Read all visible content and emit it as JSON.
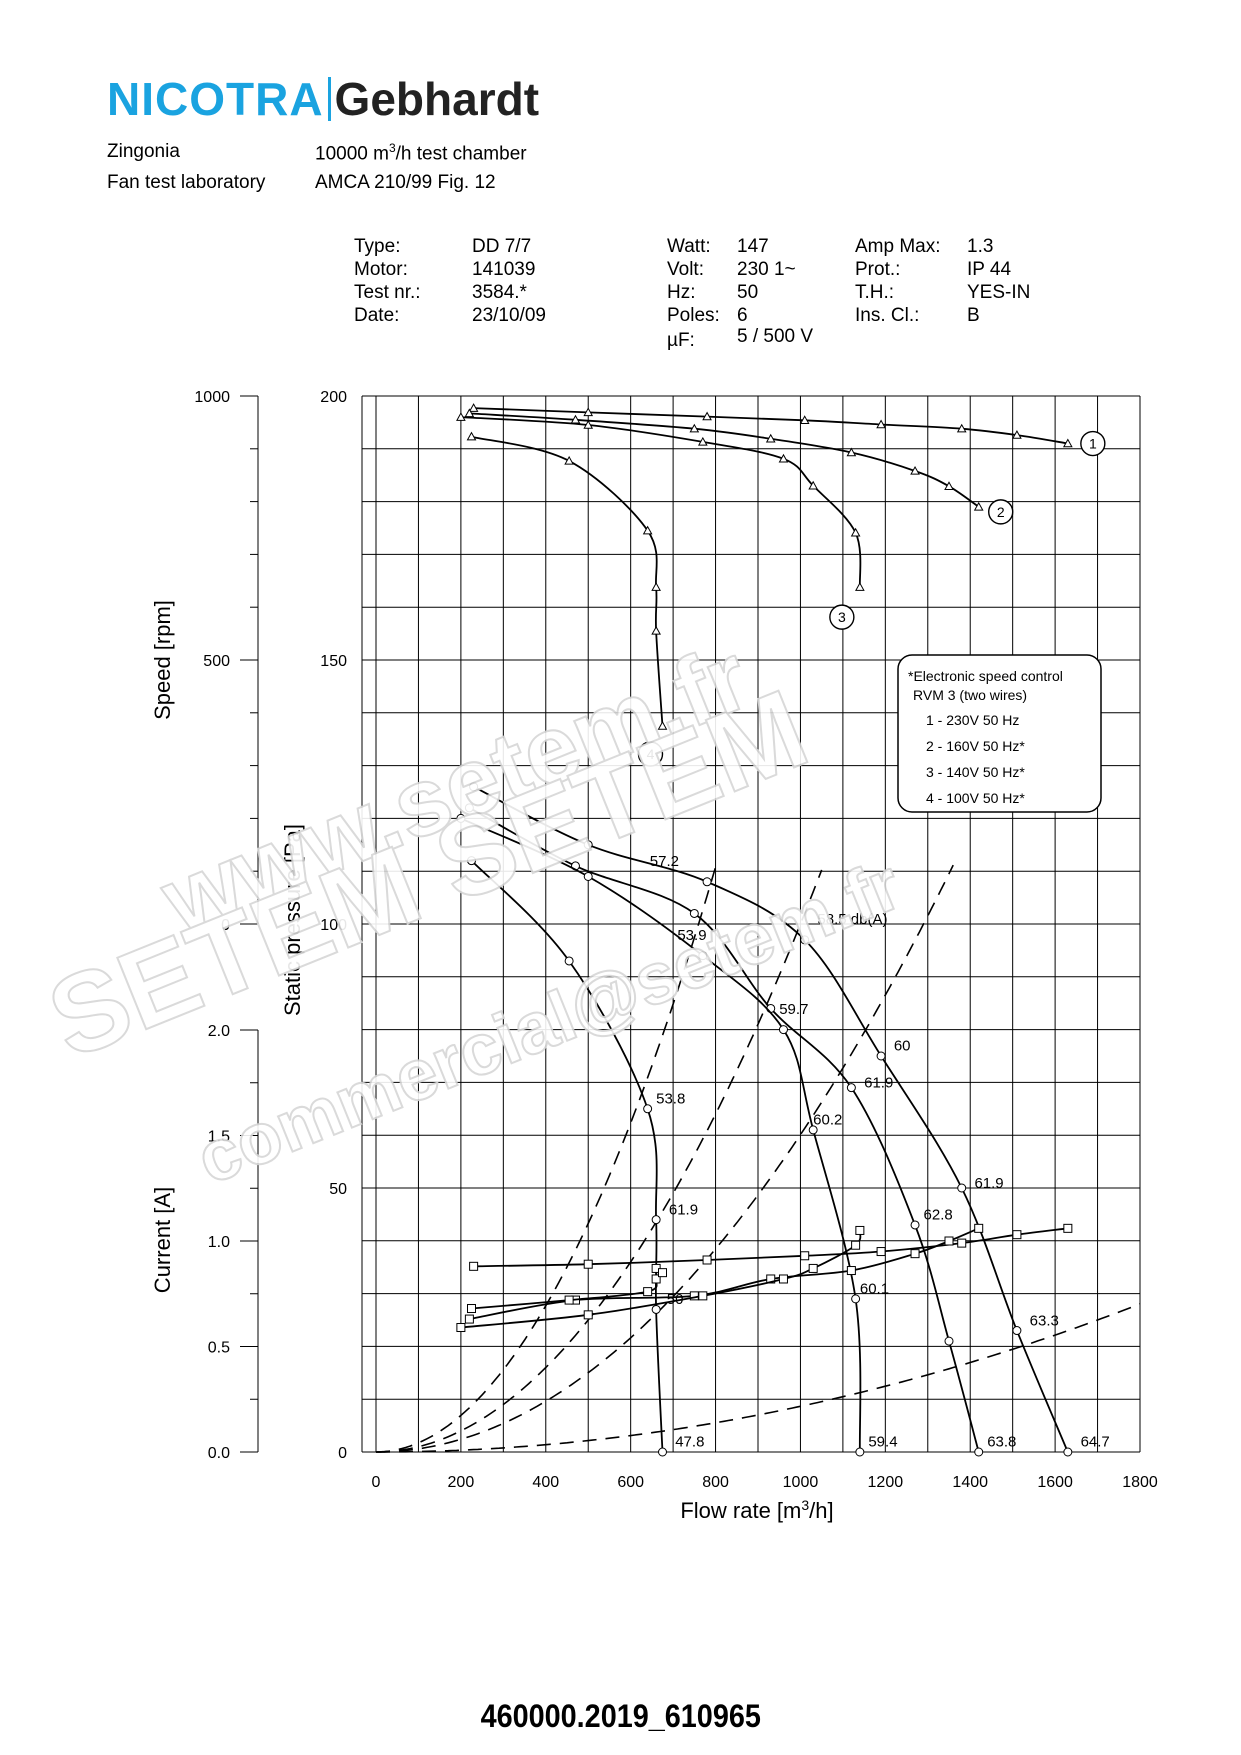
{
  "header": {
    "brand_left": "NICOTRA",
    "brand_right": "Gebhardt",
    "location": "Zingonia",
    "lab": "Fan test laboratory",
    "chamber_pre": "10000 m",
    "chamber_sup": "3",
    "chamber_post": "/h test chamber",
    "standard": "AMCA 210/99 Fig. 12"
  },
  "specs": [
    {
      "label": "Type:",
      "value": "DD 7/7"
    },
    {
      "label": "Motor:",
      "value": "141039"
    },
    {
      "label": "Test nr.:",
      "value": "3584.*"
    },
    {
      "label": "Date:",
      "value": "23/10/09"
    },
    {
      "label": "Watt:",
      "value": "147"
    },
    {
      "label": "Volt:",
      "value": "230 1~"
    },
    {
      "label": "Hz:",
      "value": "50"
    },
    {
      "label": "Poles:",
      "value": "6"
    },
    {
      "label": "µF:",
      "value": "5 / 500 V"
    },
    {
      "label": "Amp Max:",
      "value": "1.3"
    },
    {
      "label": "Prot.:",
      "value": "IP 44"
    },
    {
      "label": "T.H.:",
      "value": "YES-IN"
    },
    {
      "label": "Ins. Cl.:",
      "value": "B"
    }
  ],
  "legend_box": {
    "title": "*Electronic speed control",
    "subtitle": "RVM 3 (two wires)",
    "entries": [
      "1 - 230V 50 Hz",
      "2 - 160V 50 Hz*",
      "3 - 140V 50 Hz*",
      "4 - 100V 50 Hz*"
    ]
  },
  "watermark": {
    "line1": "www.setem.fr",
    "line2": "SETEM SETEM",
    "line3": "commercial@setem.fr"
  },
  "footer": "460000.2019_610965",
  "colors": {
    "brand_blue": "#1aa3e0",
    "line": "#000000",
    "grid": "#000000"
  },
  "chart_data": {
    "type": "line",
    "xlabel_pre": "Flow rate [m",
    "xlabel_sup": "3",
    "xlabel_post": "/h]",
    "xlim": [
      0,
      1800
    ],
    "x_ticks": [
      0,
      200,
      400,
      600,
      800,
      1000,
      1200,
      1400,
      1600,
      1800
    ],
    "axes": {
      "speed": {
        "label": "Speed [rpm]",
        "ticks": [
          0,
          500,
          1000
        ],
        "range": [
          0,
          1000
        ]
      },
      "pressure": {
        "label": "Static pressure [Pa]",
        "ticks": [
          0,
          50,
          100,
          150,
          200
        ],
        "range": [
          0,
          200
        ]
      },
      "current": {
        "label": "Current [A]",
        "ticks": [
          0.0,
          0.5,
          1.0,
          1.5,
          2.0
        ],
        "range": [
          0,
          2.0
        ]
      }
    },
    "curve_labels": [
      "1",
      "2",
      "3",
      "4"
    ],
    "speed_series": [
      {
        "name": "1",
        "points": [
          [
            230,
            977
          ],
          [
            500,
            969
          ],
          [
            780,
            961
          ],
          [
            1010,
            954
          ],
          [
            1190,
            946
          ],
          [
            1380,
            938
          ],
          [
            1510,
            926
          ],
          [
            1630,
            910
          ]
        ]
      },
      {
        "name": "2",
        "points": [
          [
            220,
            967
          ],
          [
            470,
            955
          ],
          [
            750,
            938
          ],
          [
            930,
            919
          ],
          [
            1120,
            893
          ],
          [
            1270,
            858
          ],
          [
            1350,
            829
          ],
          [
            1420,
            790
          ]
        ]
      },
      {
        "name": "3",
        "points": [
          [
            200,
            960
          ],
          [
            500,
            945
          ],
          [
            770,
            913
          ],
          [
            960,
            881
          ],
          [
            1030,
            830
          ],
          [
            1130,
            741
          ],
          [
            1140,
            638
          ]
        ]
      },
      {
        "name": "4",
        "points": [
          [
            225,
            923
          ],
          [
            455,
            877
          ],
          [
            640,
            745
          ],
          [
            660,
            638
          ],
          [
            660,
            555
          ],
          [
            675,
            375
          ]
        ]
      }
    ],
    "pressure_series": [
      {
        "name": "1",
        "points": [
          [
            230,
            126
          ],
          [
            500,
            115
          ],
          [
            780,
            108
          ],
          [
            1010,
            97
          ],
          [
            1190,
            75
          ],
          [
            1380,
            50
          ],
          [
            1510,
            23
          ],
          [
            1630,
            0
          ]
        ]
      },
      {
        "name": "2",
        "points": [
          [
            220,
            122
          ],
          [
            470,
            111
          ],
          [
            750,
            102
          ],
          [
            930,
            84
          ],
          [
            1120,
            69
          ],
          [
            1270,
            43
          ],
          [
            1350,
            21
          ],
          [
            1420,
            0
          ]
        ]
      },
      {
        "name": "3",
        "points": [
          [
            200,
            120
          ],
          [
            500,
            109
          ],
          [
            770,
            94
          ],
          [
            960,
            80
          ],
          [
            1030,
            61
          ],
          [
            1130,
            29
          ],
          [
            1140,
            0
          ]
        ]
      },
      {
        "name": "4",
        "points": [
          [
            225,
            112
          ],
          [
            455,
            93
          ],
          [
            640,
            65
          ],
          [
            660,
            44
          ],
          [
            660,
            27
          ],
          [
            675,
            0
          ]
        ]
      }
    ],
    "current_series": [
      {
        "name": "1",
        "points": [
          [
            230,
            0.88
          ],
          [
            500,
            0.89
          ],
          [
            780,
            0.91
          ],
          [
            1010,
            0.93
          ],
          [
            1190,
            0.95
          ],
          [
            1380,
            0.99
          ],
          [
            1510,
            1.03
          ],
          [
            1630,
            1.06
          ]
        ]
      },
      {
        "name": "2",
        "points": [
          [
            220,
            0.63
          ],
          [
            470,
            0.72
          ],
          [
            750,
            0.74
          ],
          [
            930,
            0.82
          ],
          [
            1120,
            0.86
          ],
          [
            1270,
            0.94
          ],
          [
            1350,
            1.0
          ],
          [
            1420,
            1.06
          ]
        ]
      },
      {
        "name": "3",
        "points": [
          [
            200,
            0.59
          ],
          [
            500,
            0.65
          ],
          [
            770,
            0.74
          ],
          [
            960,
            0.82
          ],
          [
            1030,
            0.87
          ],
          [
            1130,
            0.98
          ],
          [
            1140,
            1.05
          ]
        ]
      },
      {
        "name": "4",
        "points": [
          [
            225,
            0.68
          ],
          [
            455,
            0.72
          ],
          [
            640,
            0.76
          ],
          [
            660,
            0.82
          ],
          [
            660,
            0.87
          ],
          [
            675,
            0.85
          ]
        ]
      }
    ],
    "noise_labels": [
      {
        "x": 645,
        "y": 111,
        "text": "57.2"
      },
      {
        "x": 1040,
        "y": 100,
        "text": "58.5 db(A)"
      },
      {
        "x": 710,
        "y": 97,
        "text": "53.9"
      },
      {
        "x": 950,
        "y": 83,
        "text": "59.7"
      },
      {
        "x": 1220,
        "y": 76,
        "text": "60"
      },
      {
        "x": 1150,
        "y": 69,
        "text": "61.9"
      },
      {
        "x": 660,
        "y": 66,
        "text": "53.8"
      },
      {
        "x": 1030,
        "y": 62,
        "text": "60.2"
      },
      {
        "x": 1410,
        "y": 50,
        "text": "61.9"
      },
      {
        "x": 690,
        "y": 45,
        "text": "61.9"
      },
      {
        "x": 1290,
        "y": 44,
        "text": "62.8"
      },
      {
        "x": 1140,
        "y": 30,
        "text": "60.1"
      },
      {
        "x": 685,
        "y": 28,
        "text": "50"
      },
      {
        "x": 1540,
        "y": 24,
        "text": "63.3"
      },
      {
        "x": 705,
        "y": 1,
        "text": "47.8"
      },
      {
        "x": 1160,
        "y": 1,
        "text": "59.4"
      },
      {
        "x": 1440,
        "y": 1,
        "text": "63.8"
      },
      {
        "x": 1660,
        "y": 1,
        "text": "64.7"
      }
    ],
    "system_curve_slopes": [
      {
        "x_at_100": 760
      },
      {
        "x_at_100": 1000
      },
      {
        "x_at_100": 1290
      },
      {
        "x_at_100": 3400
      }
    ],
    "grid": true
  }
}
